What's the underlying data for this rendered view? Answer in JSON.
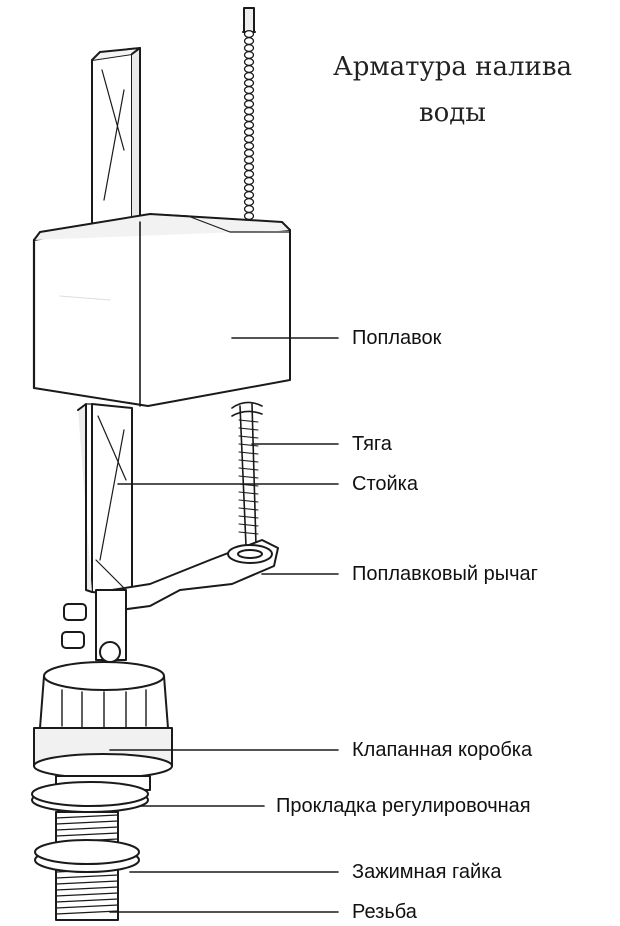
{
  "title": {
    "line1": "Арматура налива",
    "line2": "воды"
  },
  "labels": {
    "float": "Поплавок",
    "rod": "Тяга",
    "stand": "Стойка",
    "float_lever": "Поплавковый рычаг",
    "valve_box": "Клапанная коробка",
    "adjusting_gasket": "Прокладка регулировочная",
    "clamp_nut": "Зажимная гайка",
    "thread": "Резьба"
  }
}
